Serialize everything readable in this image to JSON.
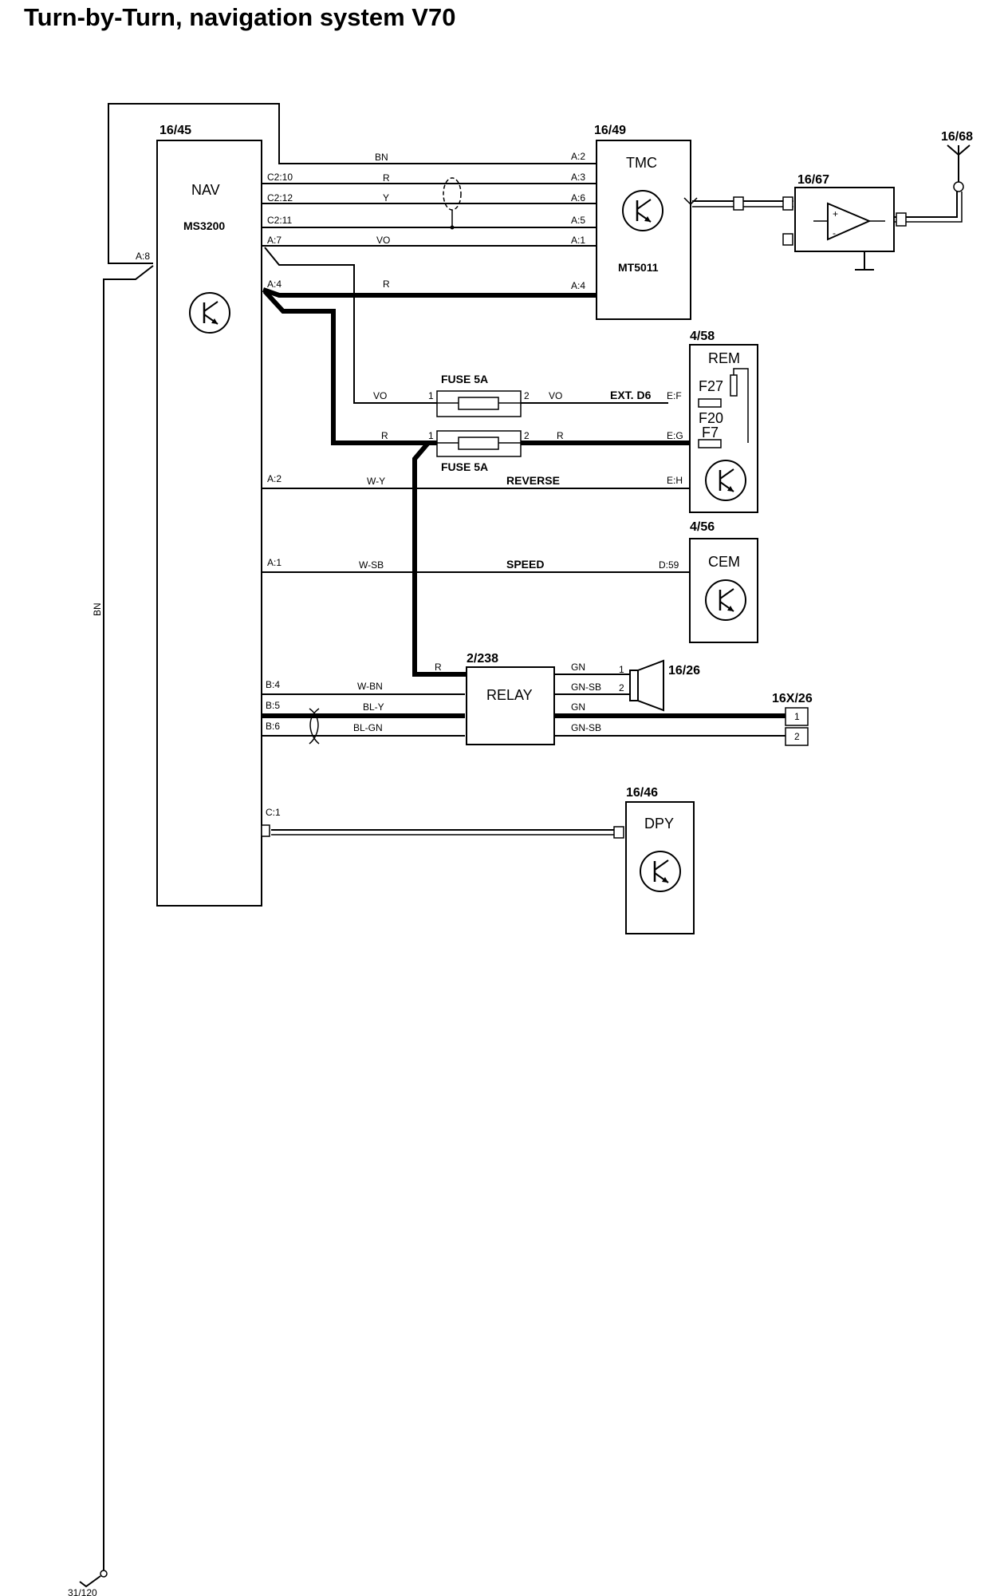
{
  "title": "Turn-by-Turn, navigation system V70",
  "components": {
    "nav": {
      "ref": "16/45",
      "name": "NAV",
      "model": "MS3200"
    },
    "tmc": {
      "ref": "16/49",
      "name": "TMC",
      "model": "MT5011"
    },
    "amp": {
      "ref": "16/67"
    },
    "antenna": {
      "ref": "16/68"
    },
    "rem": {
      "ref": "4/58",
      "name": "REM",
      "f27": "F27",
      "f20": "F20",
      "f7": "F7"
    },
    "cem": {
      "ref": "4/56",
      "name": "CEM"
    },
    "relay": {
      "ref": "2/238",
      "name": "RELAY"
    },
    "speaker": {
      "ref": "16/26"
    },
    "connector": {
      "ref": "16X/26",
      "pin1": "1",
      "pin2": "2"
    },
    "dpy": {
      "ref": "16/46",
      "name": "DPY"
    },
    "ground": {
      "ref": "31/120"
    }
  },
  "fuses": [
    {
      "label": "FUSE 5A",
      "pin1": "1",
      "pin2": "2"
    },
    {
      "label": "FUSE 5A",
      "pin1": "1",
      "pin2": "2"
    }
  ],
  "pins": {
    "nav_c2_10": "C2:10",
    "nav_c2_12": "C2:12",
    "nav_c2_11": "C2:11",
    "nav_a7": "A:7",
    "nav_a4": "A:4",
    "nav_a8": "A:8",
    "nav_a2": "A:2",
    "nav_a1": "A:1",
    "nav_b4": "B:4",
    "nav_b5": "B:5",
    "nav_b6": "B:6",
    "nav_c1": "C:1",
    "tmc_a2": "A:2",
    "tmc_a3": "A:3",
    "tmc_a6": "A:6",
    "tmc_a5": "A:5",
    "tmc_a1": "A:1",
    "tmc_a4": "A:4",
    "rem_ef": "E:F",
    "rem_eg": "E:G",
    "rem_eh": "E:H",
    "cem_d59": "D:59",
    "spk1": "1",
    "spk2": "2"
  },
  "wires": {
    "bn_top": "BN",
    "r_c2_10": "R",
    "y_c2_12": "Y",
    "vo_a7": "VO",
    "r_a4": "R",
    "vo_fuse_in": "VO",
    "vo_fuse_out": "VO",
    "r_fuse_in": "R",
    "r_fuse_out": "R",
    "w_y": "W-Y",
    "w_sb": "W-SB",
    "r_relay": "R",
    "w_bn": "W-BN",
    "bl_y": "BL-Y",
    "bl_gn": "BL-GN",
    "gn1": "GN",
    "gn_sb1": "GN-SB",
    "gn2": "GN",
    "gn_sb2": "GN-SB",
    "bn_vertical": "BN"
  },
  "signals": {
    "ext_d6": "EXT. D6",
    "reverse": "REVERSE",
    "speed": "SPEED"
  }
}
